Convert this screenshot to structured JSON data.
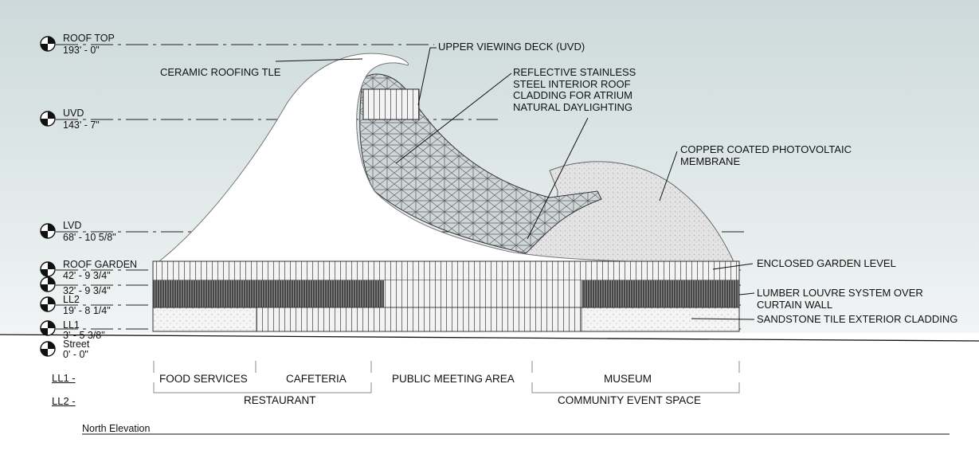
{
  "levels": [
    {
      "name": "ROOF TOP",
      "elevation": "193' - 0\""
    },
    {
      "name": "UVD",
      "elevation": "143' - 7\""
    },
    {
      "name": "LVD",
      "elevation": "68' - 10 5/8\""
    },
    {
      "name": "ROOF GARDEN",
      "elevation": "42' - 9 3/4\""
    },
    {
      "name": "",
      "elevation": "32' - 9 3/4\""
    },
    {
      "name": "LL2",
      "elevation": "19' - 8 1/4\""
    },
    {
      "name": "LL1",
      "elevation": "3' - 5 3/8\""
    },
    {
      "name": "Street",
      "elevation": "0' - 0\""
    }
  ],
  "callouts": {
    "ceramic_roof": "CERAMIC ROOFING TLE",
    "upper_viewing_deck": "UPPER VIEWING DECK (UVD)",
    "reflective_steel": [
      "REFLECTIVE STAINLESS",
      "STEEL INTERIOR ROOF",
      "CLADDING FOR ATRIUM",
      "NATURAL DAYLIGHTING"
    ],
    "copper_membrane": [
      "COPPER COATED PHOTOVOLTAIC",
      "MEMBRANE"
    ],
    "enclosed_garden": "ENCLOSED GARDEN LEVEL",
    "lumber_louvre": [
      "LUMBER LOUVRE SYSTEM OVER",
      "CURTAIN WALL"
    ],
    "sandstone": "SANDSTONE TILE EXTERIOR CLADDING"
  },
  "zones": {
    "ll1_label": "LL1 -",
    "ll2_label": "LL2 -",
    "ll1": [
      "FOOD SERVICES",
      "CAFETERIA",
      "PUBLIC MEETING AREA",
      "MUSEUM"
    ],
    "ll2": [
      "RESTAURANT",
      "COMMUNITY EVENT SPACE"
    ]
  },
  "caption": "North Elevation"
}
